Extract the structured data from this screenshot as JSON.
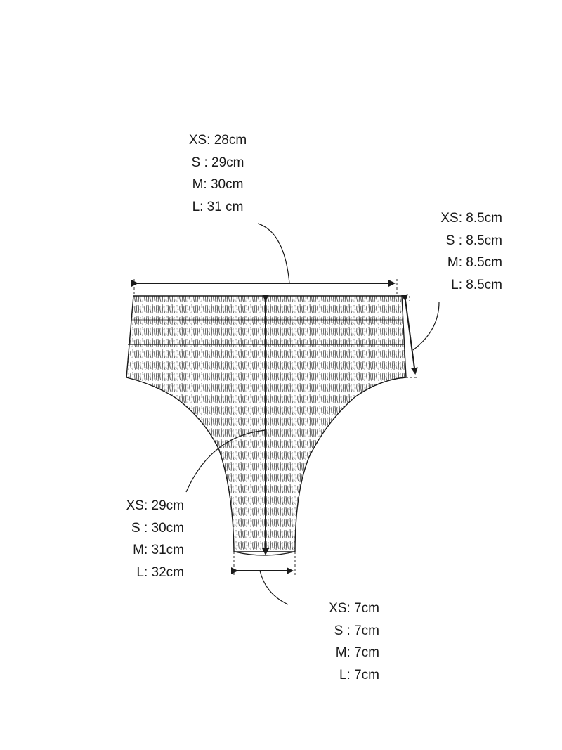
{
  "measurements": {
    "waist_width": {
      "xs": "XS: 28cm",
      "s": "S : 29cm",
      "m": "M: 30cm",
      "l": "L: 31 cm"
    },
    "band_height": {
      "xs": "XS: 8.5cm",
      "s": "S : 8.5cm",
      "m": "M: 8.5cm",
      "l": "L: 8.5cm"
    },
    "total_length": {
      "xs": "XS: 29cm",
      "s": "S : 30cm",
      "m": "M: 31cm",
      "l": "L: 32cm"
    },
    "gusset_width": {
      "xs": "XS: 7cm",
      "s": "S : 7cm",
      "m": "M: 7cm",
      "l": "L: 7cm"
    }
  },
  "colors": {
    "line": "#1a1a1a",
    "smock": "#555555",
    "background": "#ffffff"
  }
}
